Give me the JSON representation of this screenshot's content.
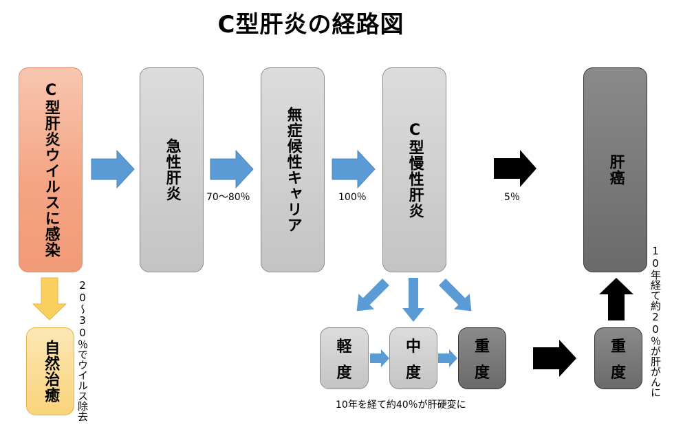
{
  "title": "C型肝炎の経路図",
  "boxes": {
    "virus": "C型肝炎ウイルスに感染",
    "acute": "急性肝炎",
    "carrier": "無症候性キャリア",
    "chronic": "C型慢性肝炎",
    "cancer": "肝癌",
    "heal": "自然治癒",
    "mild": [
      "軽",
      "度"
    ],
    "mid": [
      "中",
      "度"
    ],
    "severe": [
      "重",
      "度"
    ],
    "severe2": [
      "重",
      "度"
    ]
  },
  "labels": {
    "carrier_rate": "70～80％",
    "chronic_rate": "100％",
    "cancer_rate": "5％",
    "heal_rate": "20～30％でウイルス除去",
    "cirrhosis": "10年を経て約40％が肝硬変に",
    "cirrhosis_cancer": "10年経て約20％が肝がんに"
  },
  "colors": {
    "blue_arrow": "#5b9bd5",
    "black_arrow": "#000000",
    "yellow_arrow": "#f9cf60",
    "virus_box": "#f5a584",
    "heal_box": "#f9d37a",
    "grey_box": "#cfcfcf",
    "dark_box": "#7a7a7a"
  }
}
